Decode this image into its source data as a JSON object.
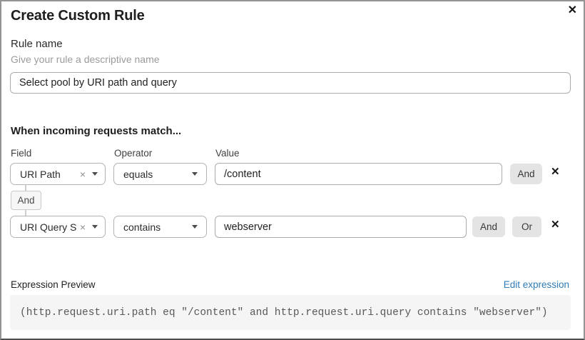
{
  "dialog": {
    "title": "Create Custom Rule"
  },
  "icons": {
    "close": "✕",
    "remove": "✕",
    "clear": "×"
  },
  "rule_name": {
    "label": "Rule name",
    "hint": "Give your rule a descriptive name",
    "value": "Select pool by URI path and query"
  },
  "matcher": {
    "heading": "When incoming requests match...",
    "columns": {
      "field": "Field",
      "operator": "Operator",
      "value": "Value"
    },
    "connector_label": "And",
    "rows": [
      {
        "field": "URI Path",
        "operator": "equals",
        "value": "/content",
        "and_label": "And"
      },
      {
        "field": "URI Query St...",
        "operator": "contains",
        "value": "webserver",
        "and_label": "And",
        "or_label": "Or"
      }
    ]
  },
  "expression": {
    "label": "Expression Preview",
    "edit_link": "Edit expression",
    "code": "(http.request.uri.path eq \"/content\" and http.request.uri.query contains \"webserver\")"
  },
  "colors": {
    "link_blue": "#2e7cb8",
    "button_gray": "#e4e4e4",
    "code_background": "#f5f5f6",
    "border_gray": "#ababab"
  }
}
